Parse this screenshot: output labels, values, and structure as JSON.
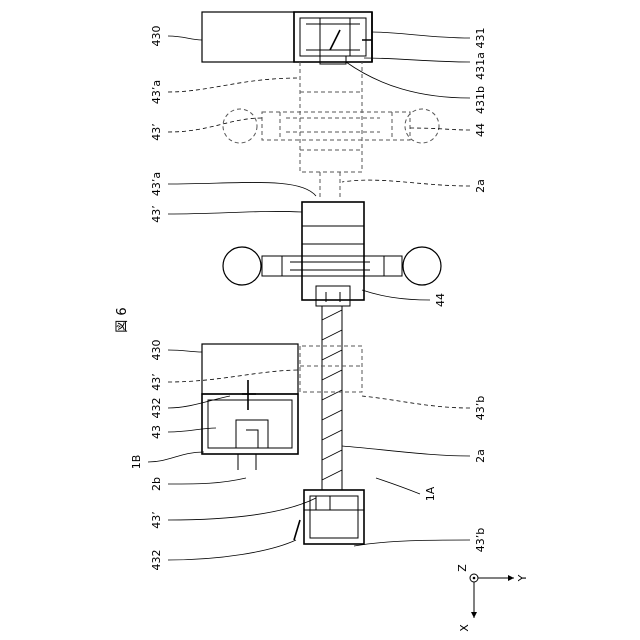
{
  "figure": {
    "title": "図 6"
  },
  "labels": {
    "l430_top": "430",
    "l43pa_top": "43’a",
    "l43p_top": "43’",
    "l431": "431",
    "l431a": "431a",
    "l431b": "431b",
    "l44_top": "44",
    "l43pa_mid": "43’a",
    "l43p_mid": "43’",
    "l2a_top": "2a",
    "l44_mid": "44",
    "l430_bot": "430",
    "l43p_bot": "43’",
    "l432_mid": "432",
    "l43": "43",
    "l1B": "1B",
    "l2b": "2b",
    "l43p_low": "43’",
    "l432_low": "432",
    "l43pb_up": "43’b",
    "l2a_bot": "2a",
    "l1A": "1A",
    "l43pb_low": "43’b"
  },
  "axes": {
    "z": "Z",
    "y": "Y",
    "x": "X"
  }
}
